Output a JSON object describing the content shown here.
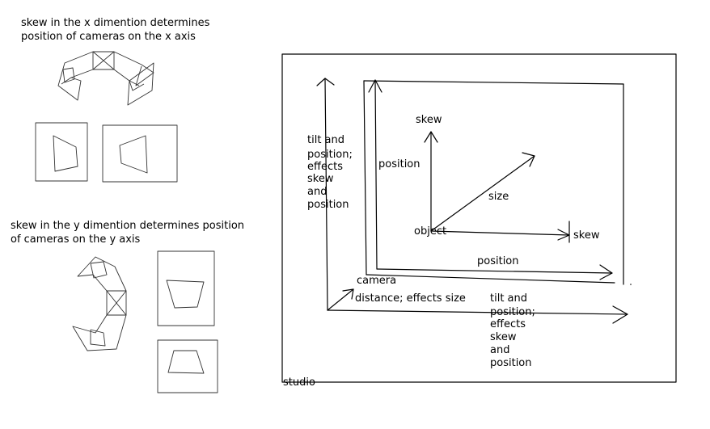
{
  "notes": {
    "x_line1": "skew in the x dimention determines",
    "x_line2": "position of cameras on the x axis",
    "y_line1": "skew in the y dimention determines position",
    "y_line2": "of cameras on the y axis"
  },
  "studio": {
    "label": "studio",
    "left_label": [
      "tilt and",
      "position;",
      "effects",
      "skew",
      "and",
      "position"
    ],
    "bottom_label": [
      "tilt and",
      "position;",
      "effects",
      "skew",
      "and",
      "position"
    ],
    "camera_label": "camera",
    "distance_label": "distance; effects size"
  },
  "frame": {
    "position_vertical": "position",
    "position_horizontal": "position",
    "skew_top": "skew",
    "skew_right": "skew",
    "size": "size",
    "object": "object"
  },
  "colors": {
    "ink": "#000000",
    "background": "#ffffff"
  }
}
